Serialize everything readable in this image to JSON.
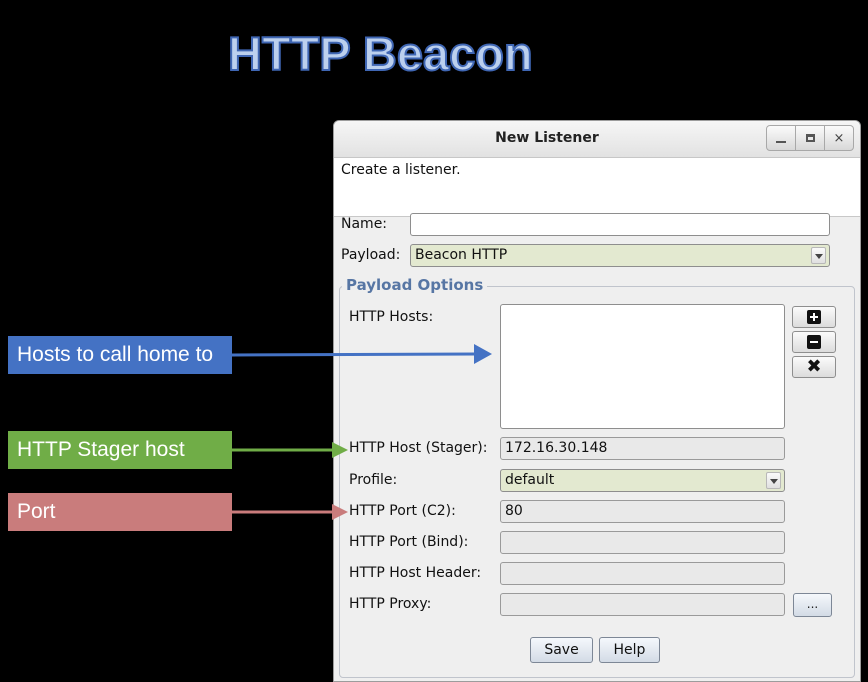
{
  "slide": {
    "title": "HTTP Beacon"
  },
  "dialog": {
    "title": "New Listener",
    "window_controls": {
      "minimize": "_",
      "close": "×"
    },
    "description": "Create a listener.",
    "name_label": "Name:",
    "name_value": "",
    "payload_label": "Payload:",
    "payload_value": "Beacon HTTP",
    "group_title": "Payload Options",
    "fields": {
      "http_hosts_label": "HTTP Hosts:",
      "http_host_stager_label": "HTTP Host (Stager):",
      "http_host_stager_value": "172.16.30.148",
      "profile_label": "Profile:",
      "profile_value": "default",
      "http_port_c2_label": "HTTP Port (C2):",
      "http_port_c2_value": "80",
      "http_port_bind_label": "HTTP Port (Bind):",
      "http_port_bind_value": "",
      "http_host_header_label": "HTTP Host Header:",
      "http_host_header_value": "",
      "http_proxy_label": "HTTP Proxy:",
      "http_proxy_value": "",
      "proxy_browse_label": "..."
    },
    "buttons": {
      "save": "Save",
      "help": "Help"
    }
  },
  "annotations": {
    "hosts": {
      "text": "Hosts to call home to",
      "color": "#4472c4"
    },
    "stager": {
      "text": "HTTP Stager host",
      "color": "#70ad47"
    },
    "port": {
      "text": "Port",
      "color": "#c55a5a"
    }
  }
}
